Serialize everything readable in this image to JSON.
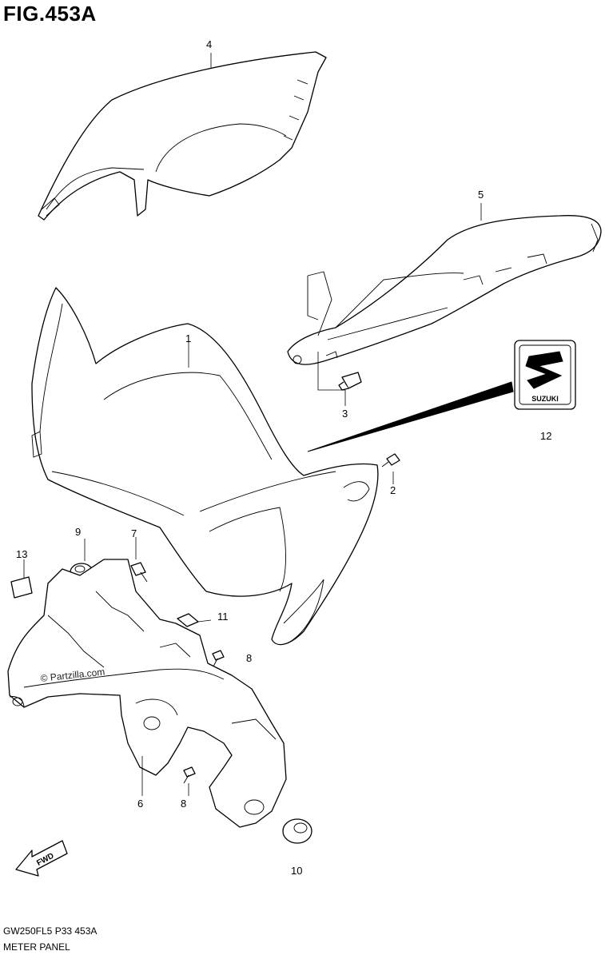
{
  "figure": {
    "title": "FIG.453A",
    "code": "GW250FL5  P33  453A",
    "name": "METER PANEL",
    "watermark": "© Partzilla.com"
  },
  "fwd_label": "FWD",
  "emblem_text": "SUZUKI",
  "callouts": [
    {
      "id": "c1",
      "label": "1"
    },
    {
      "id": "c2",
      "label": "2"
    },
    {
      "id": "c3",
      "label": "3"
    },
    {
      "id": "c4",
      "label": "4"
    },
    {
      "id": "c5",
      "label": "5"
    },
    {
      "id": "c6",
      "label": "6"
    },
    {
      "id": "c7",
      "label": "7"
    },
    {
      "id": "c8a",
      "label": "8"
    },
    {
      "id": "c8b",
      "label": "8"
    },
    {
      "id": "c9",
      "label": "9"
    },
    {
      "id": "c10",
      "label": "10"
    },
    {
      "id": "c11",
      "label": "11"
    },
    {
      "id": "c12",
      "label": "12"
    },
    {
      "id": "c13",
      "label": "13"
    }
  ]
}
